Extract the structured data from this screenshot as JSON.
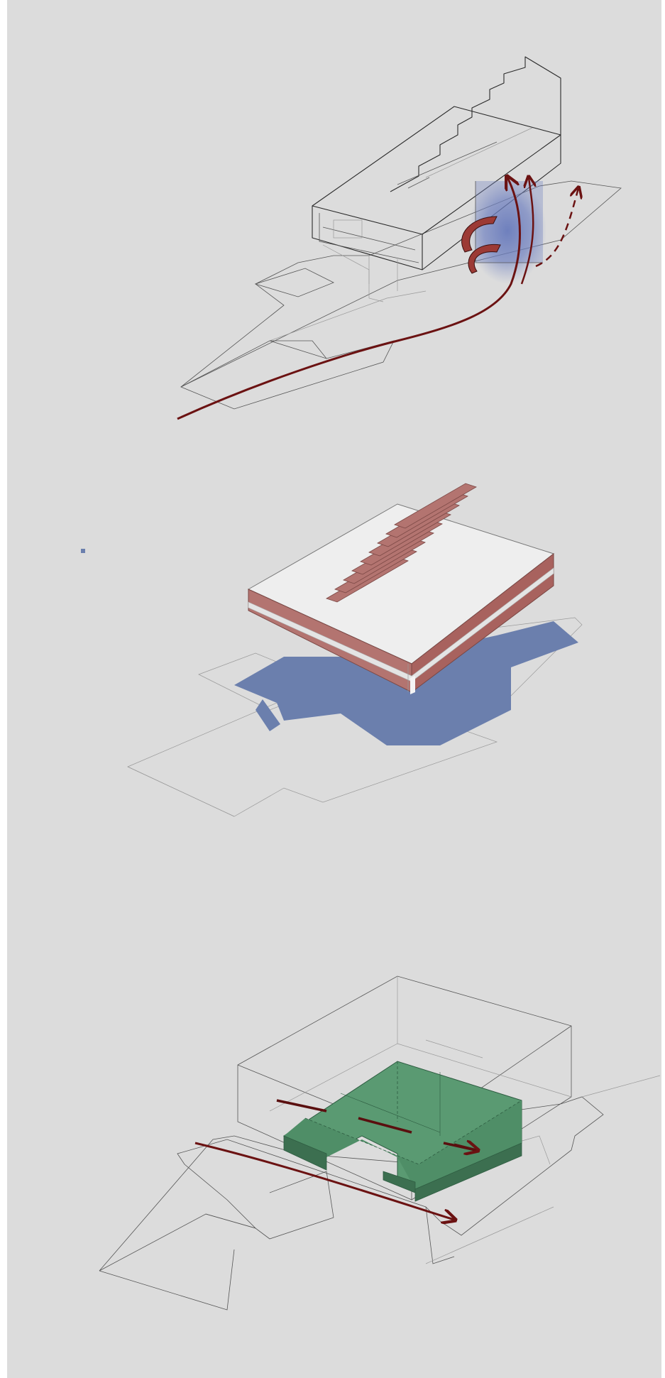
{
  "page": {
    "background": "#dcdcdc",
    "border_color": "#ffffff"
  },
  "colors": {
    "line": "#2a2a2a",
    "circulation_path": "#6b1212",
    "glass": "#f2f2f2",
    "roof": "#eeeeee",
    "brick": "#b37470",
    "brick_dark": "#8e5551",
    "shadow_blue": "#6b7fad",
    "glow_blue": "#5b6fb6",
    "core_green": "#4f8e67",
    "core_green_dark": "#3c6f50"
  },
  "diagrams": [
    {
      "id": "circulation",
      "icon": "curved-path-arrow"
    },
    {
      "id": "massing",
      "icon": "stepped-skylights"
    },
    {
      "id": "program",
      "icon": "green-core-volume"
    }
  ]
}
